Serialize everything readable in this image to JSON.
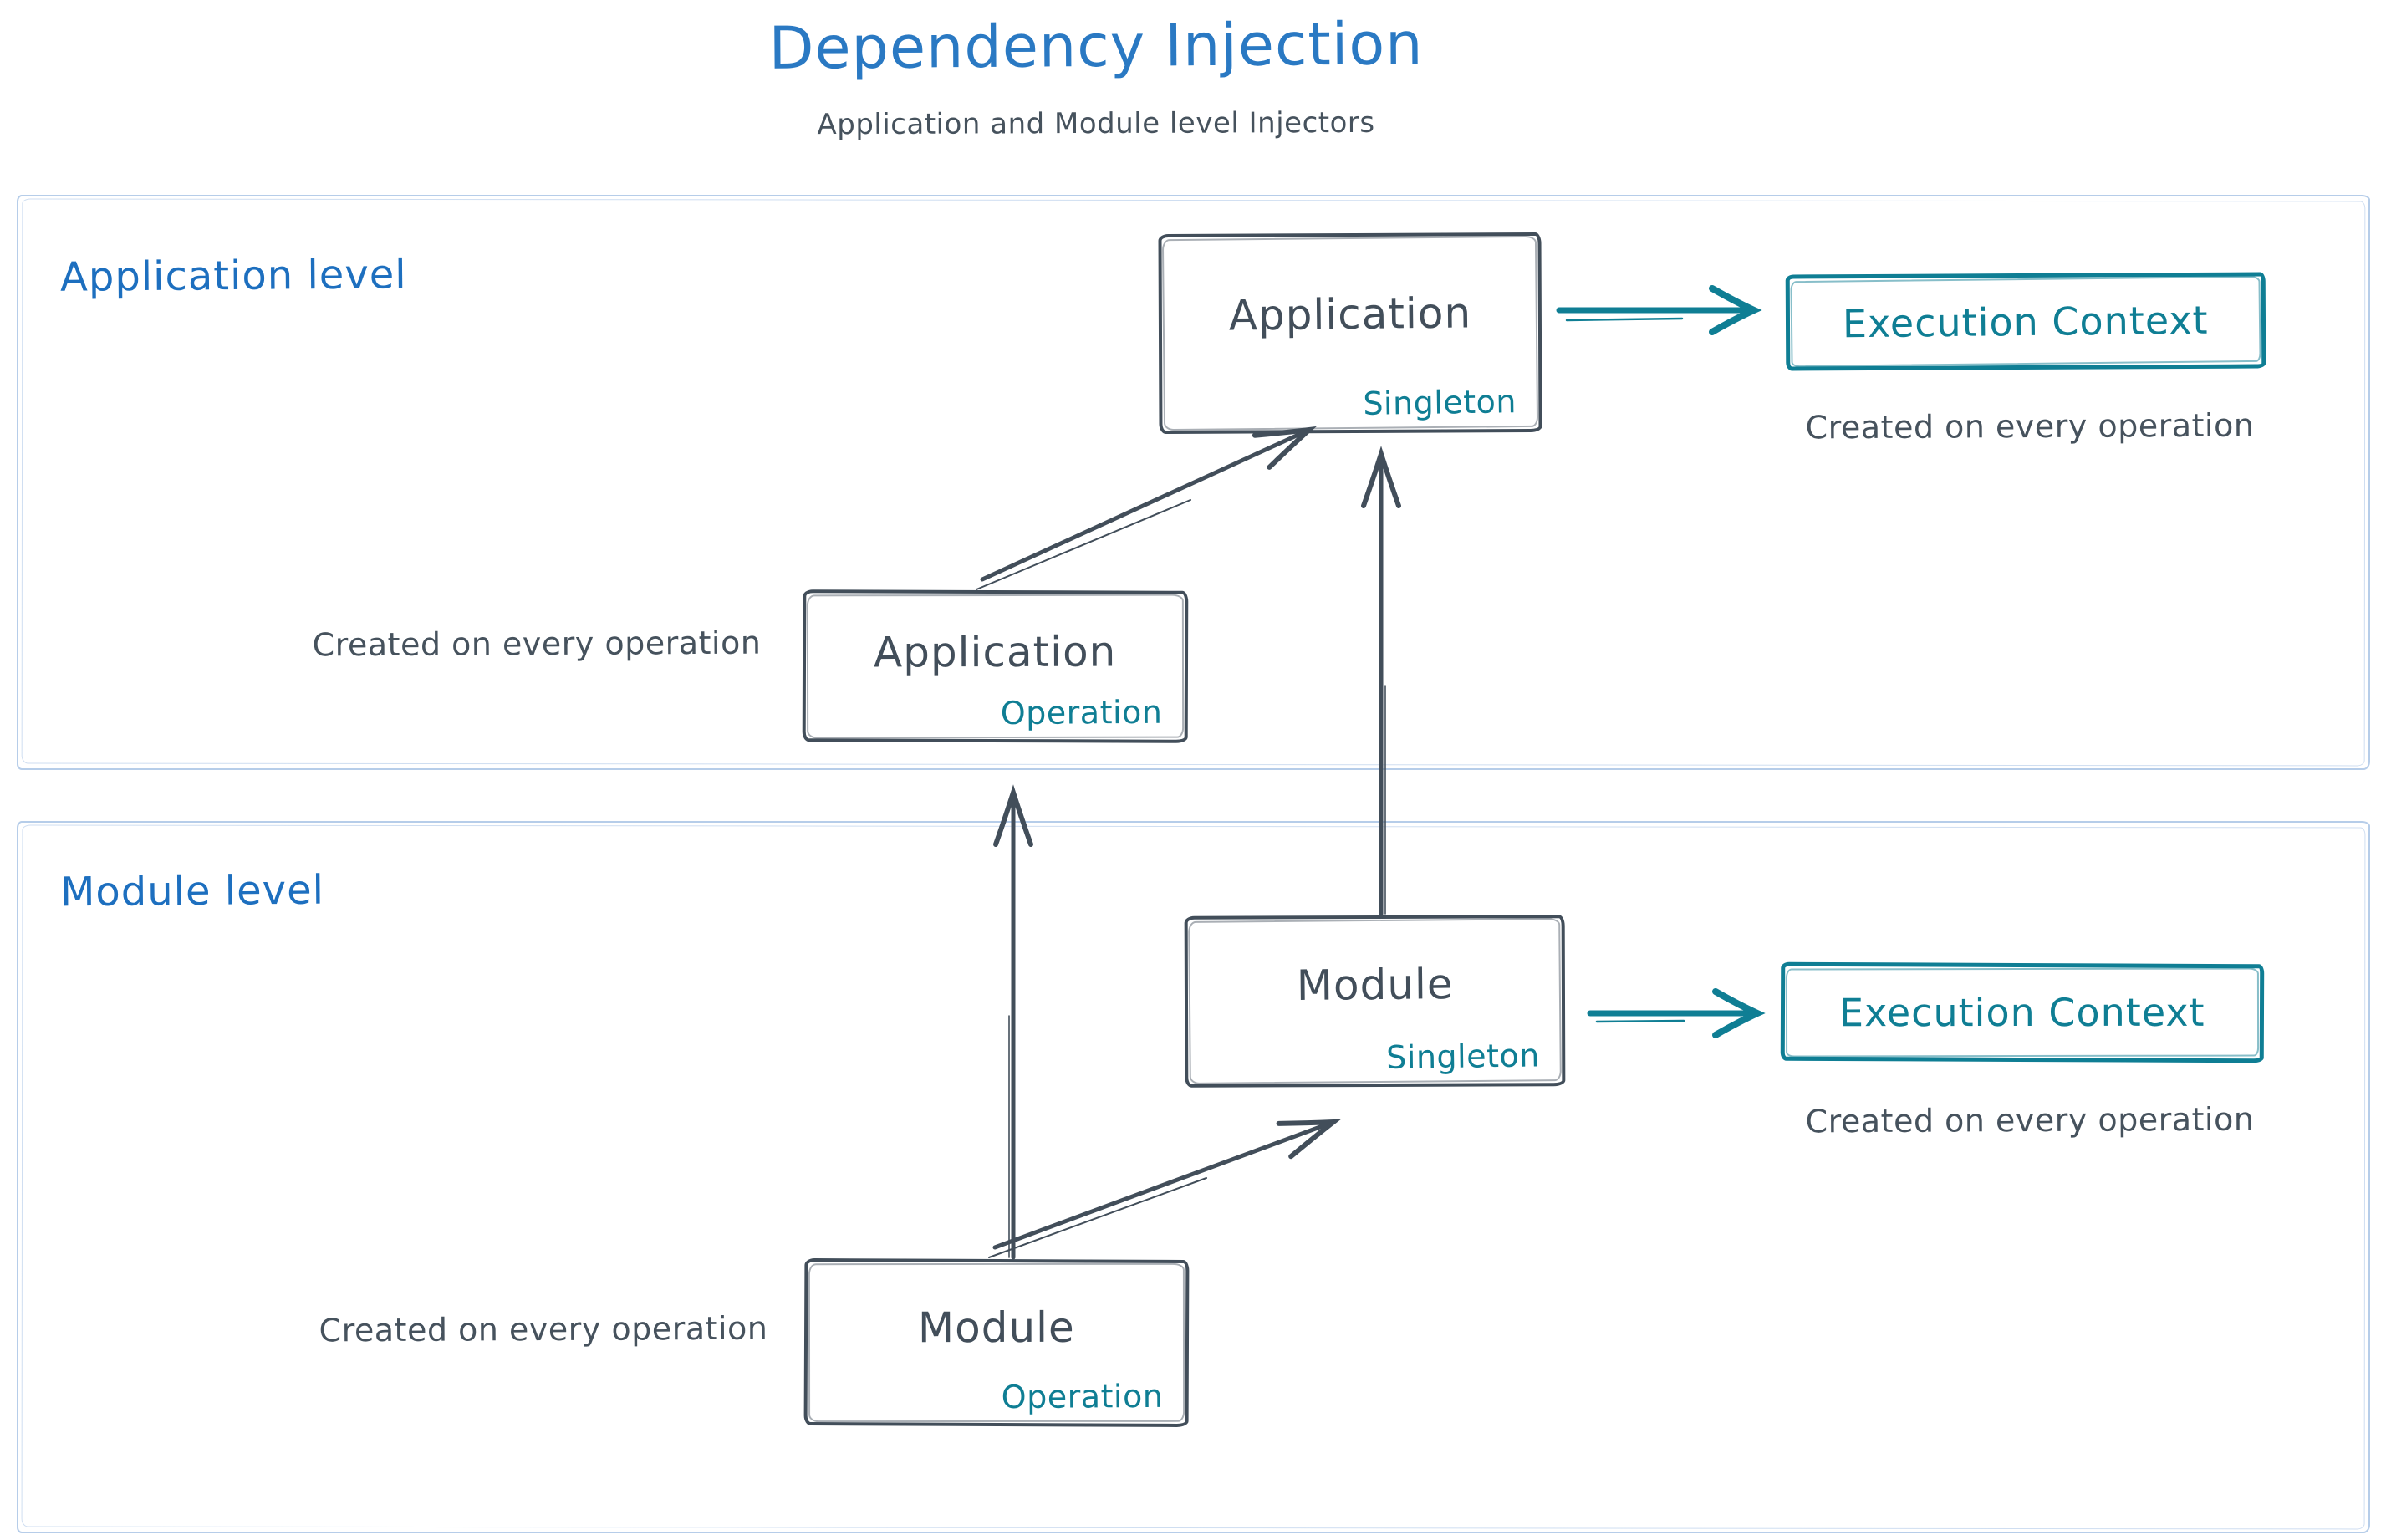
{
  "diagram": {
    "title": "Dependency Injection",
    "subtitle": "Application and Module level Injectors"
  },
  "colors": {
    "title_blue": "#2a79c3",
    "section_label_blue": "#1d6fbf",
    "ink": "#424e5a",
    "teal": "#0f7e94",
    "container_border": "#b6cde9",
    "caption": "#46525d",
    "background": "#ffffff"
  },
  "application_level": {
    "label": "Application level",
    "singleton_box": {
      "title": "Application",
      "scope": "Singleton"
    },
    "operation_box": {
      "title": "Application",
      "scope": "Operation"
    },
    "operation_caption": "Created on every operation",
    "execution_context_box": {
      "title": "Execution Context"
    },
    "execution_context_caption": "Created on every operation"
  },
  "module_level": {
    "label": "Module level",
    "singleton_box": {
      "title": "Module",
      "scope": "Singleton"
    },
    "operation_box": {
      "title": "Module",
      "scope": "Operation"
    },
    "operation_caption": "Created on every operation",
    "execution_context_box": {
      "title": "Execution Context"
    },
    "execution_context_caption": "Created on every operation"
  },
  "connections": [
    {
      "from": "Application Operation",
      "to": "Application Singleton",
      "style": "dark"
    },
    {
      "from": "Module Operation",
      "to": "Application Operation",
      "style": "dark"
    },
    {
      "from": "Module Singleton",
      "to": "Application Singleton",
      "style": "dark"
    },
    {
      "from": "Module Operation",
      "to": "Module Singleton",
      "style": "dark"
    },
    {
      "from": "Application Singleton",
      "to": "Execution Context (application level)",
      "style": "teal"
    },
    {
      "from": "Module Singleton",
      "to": "Execution Context (module level)",
      "style": "teal"
    }
  ]
}
